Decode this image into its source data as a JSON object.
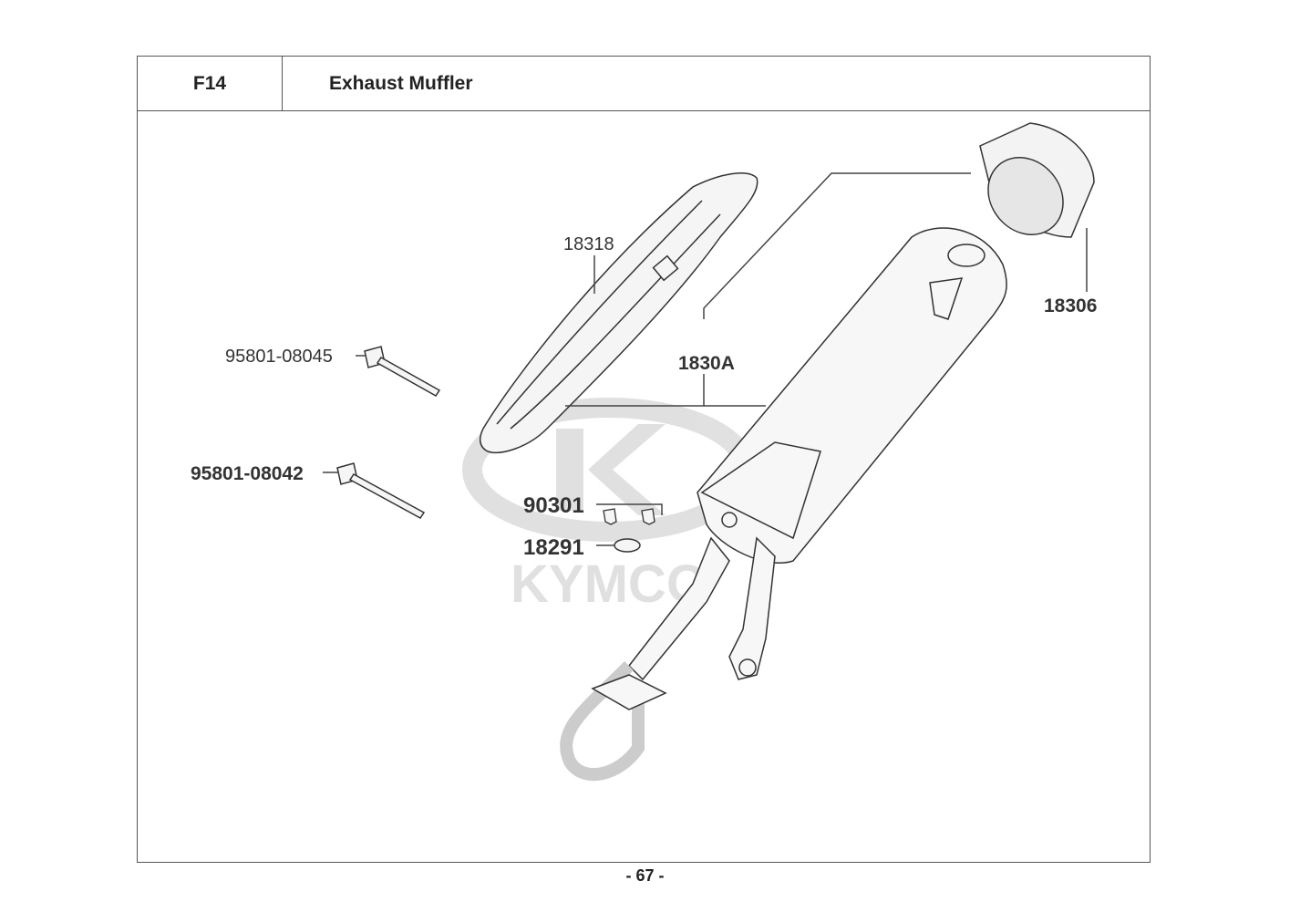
{
  "header": {
    "code": "F14",
    "title": "Exhaust Muffler"
  },
  "watermark": {
    "brand": "KYMCO"
  },
  "parts": [
    {
      "id": "18318",
      "bold": false
    },
    {
      "id": "1830A",
      "bold": true
    },
    {
      "id": "18306",
      "bold": true
    },
    {
      "id": "95801-08045",
      "bold": false
    },
    {
      "id": "95801-08042",
      "bold": true
    },
    {
      "id": "90301",
      "bold": true
    },
    {
      "id": "18291",
      "bold": true
    }
  ],
  "footer": {
    "page": "- 67 -"
  },
  "colors": {
    "line": "#444444",
    "watermark": "#cfcfcf"
  }
}
